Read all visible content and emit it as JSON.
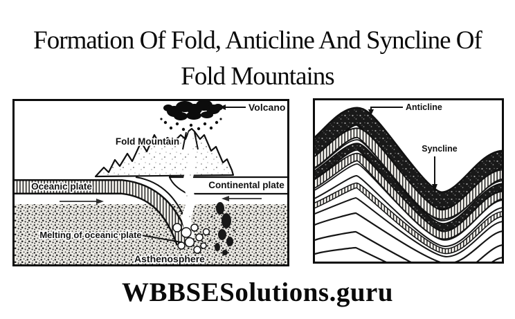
{
  "title": {
    "line1": "Formation Of Fold, Anticline And Syncline Of",
    "line2": "Fold Mountains"
  },
  "watermark": "WBBSESolutions.guru",
  "left_diagram": {
    "name": "subduction-fold-mountain-cross-section",
    "labels": {
      "volcano": "Volcano",
      "fold_mountain": "Fold Mountain",
      "oceanic_plate": "Oceanic plate",
      "continental_plate": "Continental plate",
      "melting": "Melting of oceanic plate",
      "asthenosphere": "Asthenosphere"
    }
  },
  "right_diagram": {
    "name": "anticline-syncline-fold-diagram",
    "labels": {
      "anticline": "Anticline",
      "syncline": "Syncline"
    }
  },
  "colors": {
    "ink": "#101010",
    "paper": "#ffffff"
  }
}
